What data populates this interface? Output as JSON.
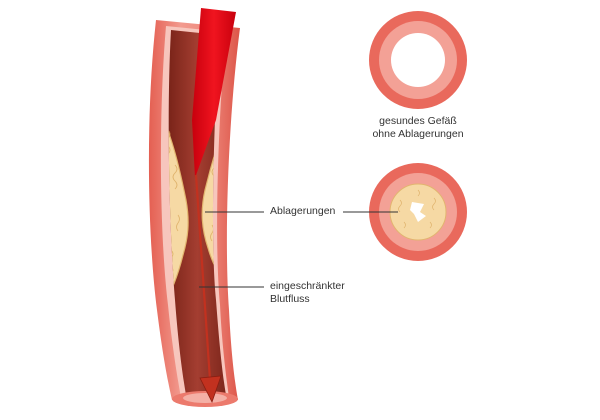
{
  "labels": {
    "healthy_vessel_line1": "gesundes Gefäß",
    "healthy_vessel_line2": "ohne Ablagerungen",
    "deposits": "Ablagerungen",
    "restricted_flow_line1": "eingeschränkter",
    "restricted_flow_line2": "Blutfluss"
  },
  "colors": {
    "vessel_outer": "#ea6e61",
    "vessel_outer_light": "#f3a79d",
    "vessel_rim": "#f7c6bd",
    "vessel_lumen_dark": "#8b2d22",
    "vessel_lumen": "#b74a3d",
    "plaque": "#f6d9a4",
    "plaque_edge": "#e9c17a",
    "blood_arrow": "#e3101b",
    "flow_arrow": "#c2311f",
    "leader_line": "#333333"
  }
}
